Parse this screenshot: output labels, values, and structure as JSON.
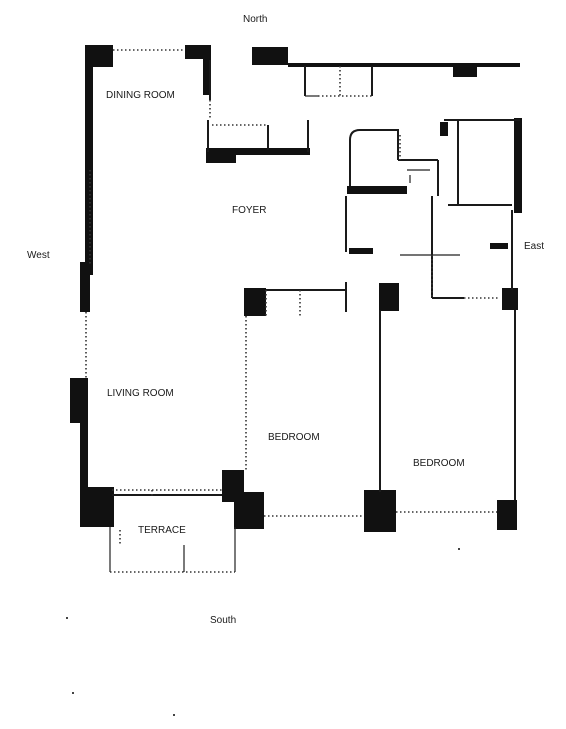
{
  "compass": {
    "north": "North",
    "south": "South",
    "east": "East",
    "west": "West"
  },
  "rooms": {
    "dining_room": "DINING ROOM",
    "foyer": "FOYER",
    "living_room": "LIVING ROOM",
    "bedroom_1": "BEDROOM",
    "bedroom_2": "BEDROOM",
    "terrace": "TERRACE"
  },
  "colors": {
    "wall": "#111111",
    "background": "#ffffff"
  }
}
